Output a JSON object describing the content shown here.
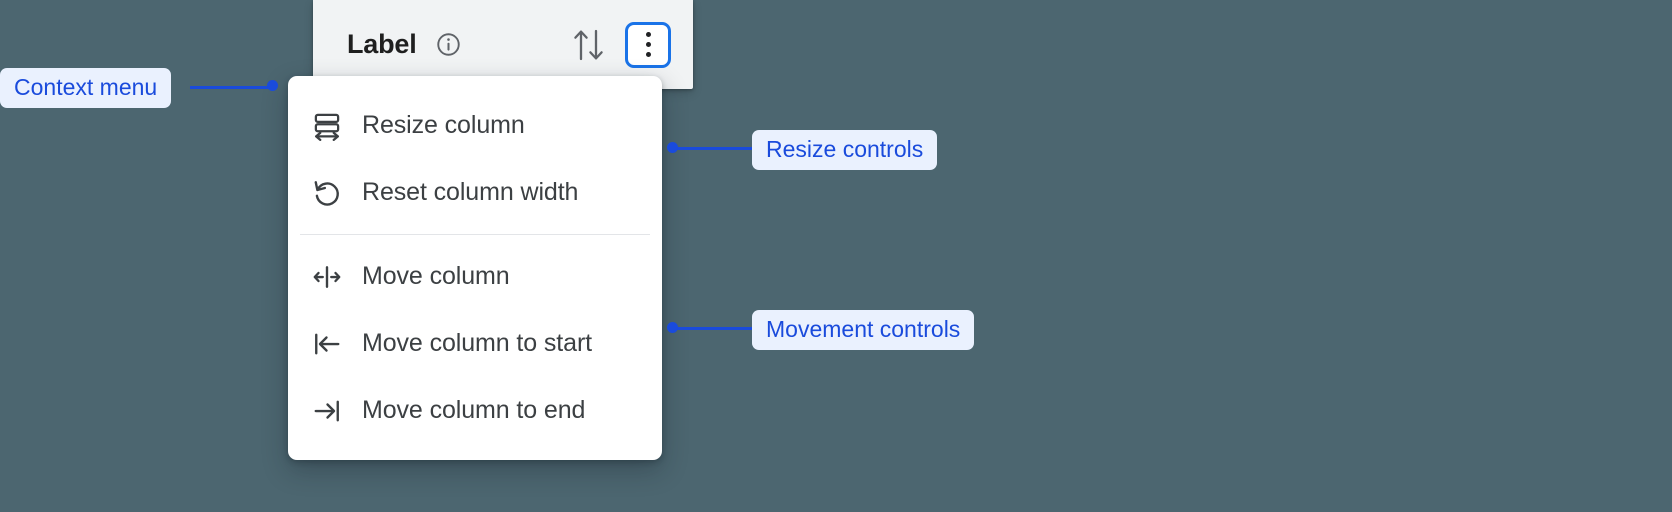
{
  "background_color": "#4c6670",
  "accent_color": "#1a73e8",
  "annotation_color": "#1a4bdc",
  "annotation_chip_bg": "#eaf1fe",
  "header": {
    "label": "Label",
    "info_icon": "info-circle-icon",
    "sort_icon": "sort-arrows-icon",
    "menu_button_icon": "more-vertical-icon",
    "menu_button_focused": true,
    "background_color": "#f1f3f4"
  },
  "context_menu": {
    "groups": [
      {
        "name": "resize-controls",
        "items": [
          {
            "label": "Resize column",
            "icon": "resize-column-icon"
          },
          {
            "label": "Reset column width",
            "icon": "reset-width-icon"
          }
        ]
      },
      {
        "name": "movement-controls",
        "items": [
          {
            "label": "Move column",
            "icon": "move-column-icon"
          },
          {
            "label": "Move column to start",
            "icon": "move-to-start-icon"
          },
          {
            "label": "Move column to end",
            "icon": "move-to-end-icon"
          }
        ]
      }
    ]
  },
  "annotations": [
    {
      "id": "context-menu",
      "label": "Context menu"
    },
    {
      "id": "resize-controls",
      "label": "Resize controls"
    },
    {
      "id": "movement-controls",
      "label": "Movement controls"
    }
  ]
}
